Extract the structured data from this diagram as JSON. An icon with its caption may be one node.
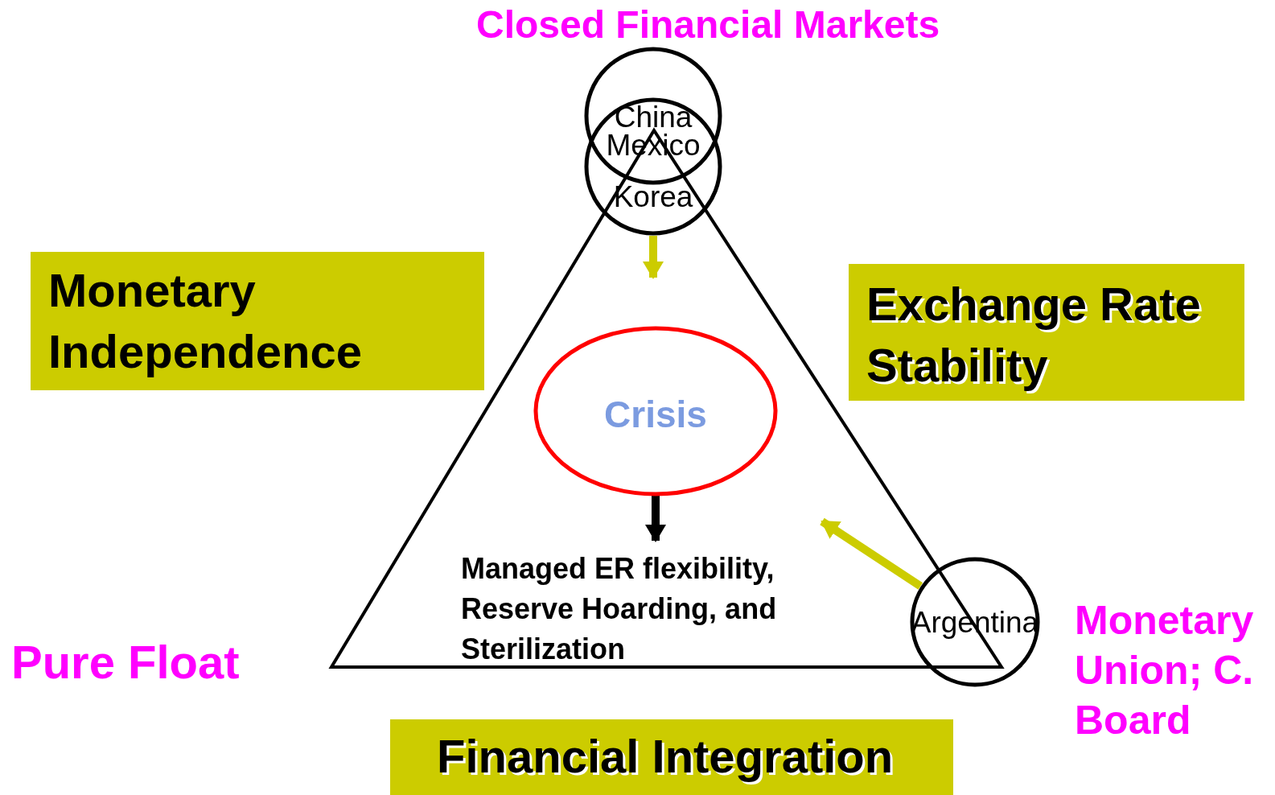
{
  "diagram": {
    "nodes": [
      {
        "text": [
          "China"
        ]
      },
      {
        "text": [
          "Mexico",
          "Korea"
        ]
      },
      {
        "text": [
          "Crisis"
        ]
      },
      {
        "text": [
          "Managed ER flexibility, Reserve Hoarding, and Sterilization"
        ]
      },
      {
        "text": [
          "Argentina"
        ]
      },
      {
        "text": [
          "Monetary Independence"
        ]
      },
      {
        "text": [
          "Exchange Rate Stability"
        ]
      },
      {
        "text": [
          "Financial Integration"
        ]
      }
    ],
    "edges": [
      {
        "from": 1,
        "to": null,
        "arrow": "to"
      },
      {
        "from": 2,
        "to": 3,
        "arrow": "to",
        "color": "#000000"
      },
      {
        "from": 4,
        "to": 3,
        "arrow": "to"
      }
    ],
    "labels": [
      "Closed Financial Markets",
      "Pure Float",
      "Monetary Union; C. Board"
    ]
  }
}
